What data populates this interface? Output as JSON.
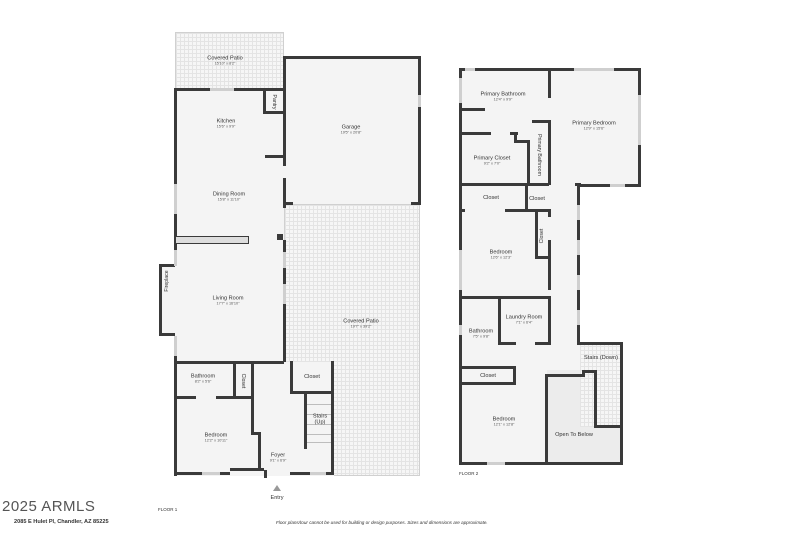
{
  "floor1": {
    "label": "FLOOR 1",
    "rooms": [
      {
        "name": "Covered Patio",
        "dims": "15'10\" x 8'2\""
      },
      {
        "name": "Kitchen",
        "dims": "15'6\" x 9'9\""
      },
      {
        "name": "Pantry",
        "dims": ""
      },
      {
        "name": "Garage",
        "dims": "19'5\" x 20'8\""
      },
      {
        "name": "Dining Room",
        "dims": "15'8\" x 11'10\""
      },
      {
        "name": "Fireplace",
        "dims": ""
      },
      {
        "name": "Living Room",
        "dims": "17'7\" x 16'10\""
      },
      {
        "name": "Covered Patio",
        "dims": "19'7\" x 39'2\""
      },
      {
        "name": "Bathroom",
        "dims": "8'2\" x 5'6\""
      },
      {
        "name": "Closet",
        "dims": ""
      },
      {
        "name": "Closet",
        "dims": ""
      },
      {
        "name": "Stairs (Up)",
        "dims": ""
      },
      {
        "name": "Bedroom",
        "dims": "12'2\" x 10'11\""
      },
      {
        "name": "Foyer",
        "dims": "9'1\" x 6'9\""
      }
    ],
    "entry_label": "Entry"
  },
  "floor2": {
    "label": "FLOOR 2",
    "rooms": [
      {
        "name": "Primary Bathroom",
        "dims": "12'4\" x 9'9\""
      },
      {
        "name": "Primary Bedroom",
        "dims": "12'9\" x 15'6\""
      },
      {
        "name": "Primary Closet",
        "dims": "9'2\" x 7'0\""
      },
      {
        "name": "Primary Bathroom",
        "dims": ""
      },
      {
        "name": "Closet",
        "dims": ""
      },
      {
        "name": "Closet",
        "dims": ""
      },
      {
        "name": "Closet",
        "dims": ""
      },
      {
        "name": "Bedroom",
        "dims": "12'6\" x 12'3\""
      },
      {
        "name": "Bathroom",
        "dims": "7'5\" x 9'8\""
      },
      {
        "name": "Laundry Room",
        "dims": "7'1\" x 6'4\""
      },
      {
        "name": "Stairs (Down)",
        "dims": ""
      },
      {
        "name": "Closet",
        "dims": ""
      },
      {
        "name": "Bedroom",
        "dims": "12'1\" x 12'8\""
      },
      {
        "name": "Open To Below",
        "dims": ""
      }
    ]
  },
  "footer": {
    "watermark": "2025 ARMLS",
    "address": "2085 E Hulet Pl, Chandler, AZ 85225",
    "disclaimer": "Floor plans/tour cannot be used for building or design purposes. Sizes and dimensions are approximate."
  },
  "colors": {
    "wall": "#3a3a3a",
    "floor": "#f4f4f4",
    "window": "#cfcfcf",
    "background": "#ffffff"
  }
}
